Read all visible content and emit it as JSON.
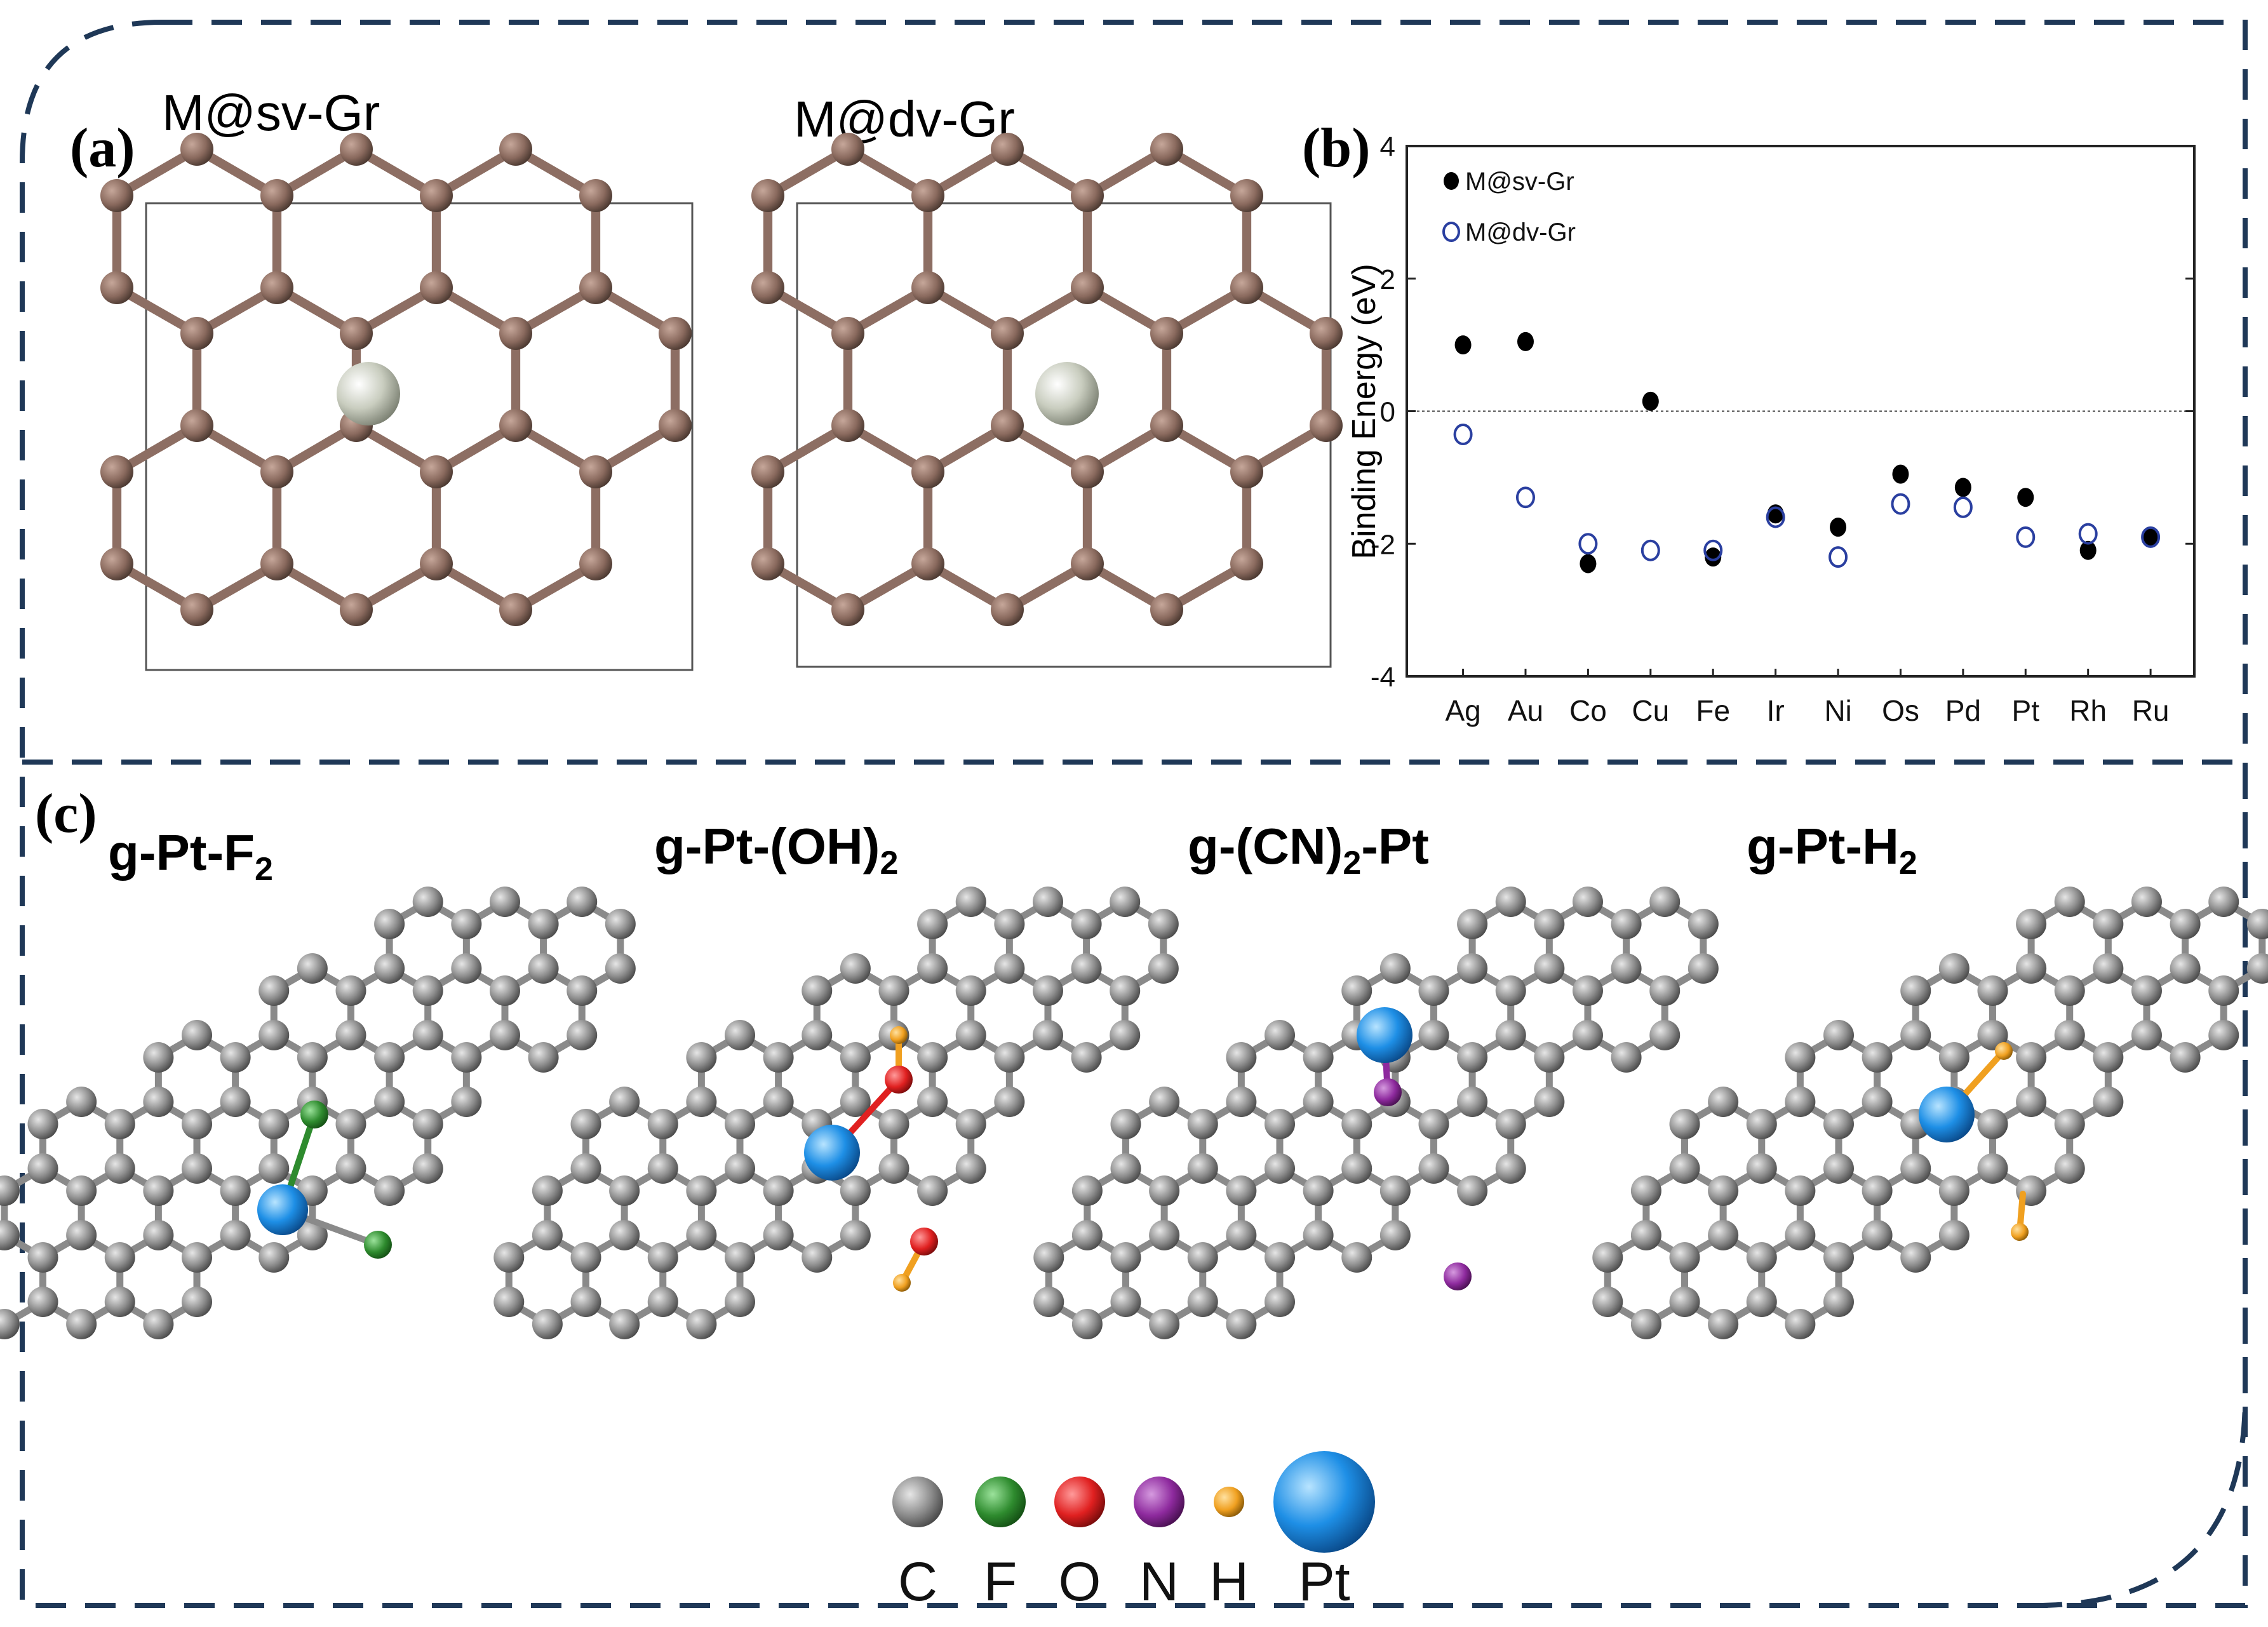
{
  "panels": {
    "a": {
      "label": "(a)",
      "title_sv": "M@sv-Gr",
      "title_dv": "M@dv-Gr"
    },
    "b": {
      "label": "(b)"
    },
    "c": {
      "label": "(c)",
      "structures": [
        {
          "pre": "g-Pt-F",
          "sub": "2",
          "post": ""
        },
        {
          "pre": "g-Pt-(OH)",
          "sub": "2",
          "post": ""
        },
        {
          "pre": "g-(CN)",
          "sub": "2",
          "post": "-Pt"
        },
        {
          "pre": "g-Pt-H",
          "sub": "2",
          "post": ""
        }
      ],
      "legend": [
        {
          "symbol": "C",
          "color": "#8a8a8a"
        },
        {
          "symbol": "F",
          "color": "#2e8b2e"
        },
        {
          "symbol": "O",
          "color": "#e02020"
        },
        {
          "symbol": "N",
          "color": "#8e2a9e"
        },
        {
          "symbol": "H",
          "color": "#f0a020"
        },
        {
          "symbol": "Pt",
          "color": "#1e8fe6"
        }
      ]
    }
  },
  "chart_data": {
    "type": "scatter",
    "categories": [
      "Ag",
      "Au",
      "Co",
      "Cu",
      "Fe",
      "Ir",
      "Ni",
      "Os",
      "Pd",
      "Pt",
      "Rh",
      "Ru"
    ],
    "series": [
      {
        "name": "M@sv-Gr",
        "marker": "filled",
        "color": "#000000",
        "values": [
          1.0,
          1.05,
          -2.3,
          0.15,
          -2.2,
          -1.55,
          -1.75,
          -0.95,
          -1.15,
          -1.3,
          -2.1,
          -1.9
        ]
      },
      {
        "name": "M@dv-Gr",
        "marker": "open",
        "color": "#2a3fa0",
        "values": [
          -0.35,
          -1.3,
          -2.0,
          -2.1,
          -2.1,
          -1.6,
          -2.2,
          -1.4,
          -1.45,
          -1.9,
          -1.85,
          -1.9
        ]
      }
    ],
    "ylabel": "Binding Energy (eV)",
    "ylim": [
      -4,
      4
    ],
    "yticks": [
      "4",
      "2",
      "0",
      "-2",
      "-4"
    ],
    "legend_position": "top-left",
    "grid": false
  }
}
